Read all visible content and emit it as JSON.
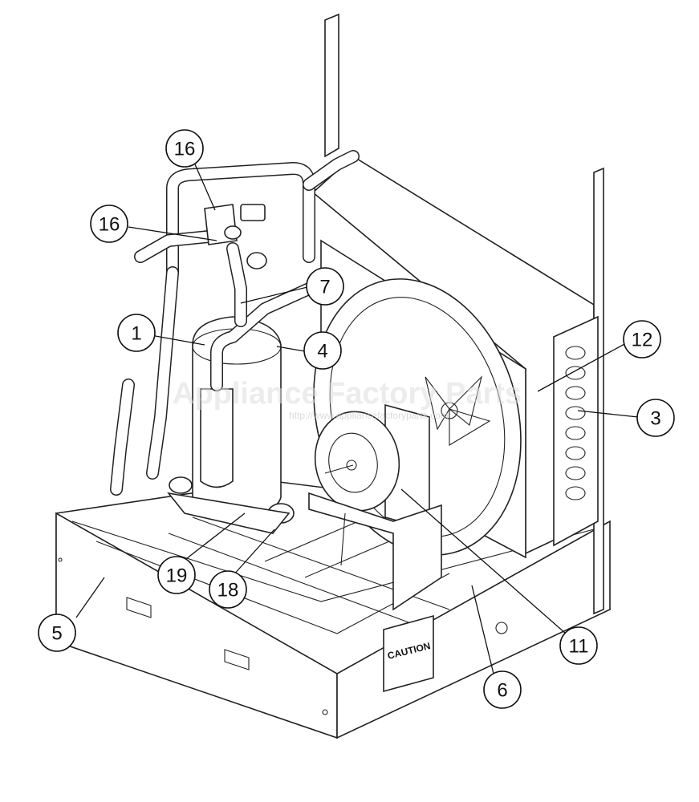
{
  "diagram": {
    "watermark": "Appliance Factory Parts",
    "watermark_url": "http://www.appliancefactoryparts.com",
    "caution_label": "CAUTION",
    "callouts": [
      {
        "label": "16"
      },
      {
        "label": "16"
      },
      {
        "label": "7"
      },
      {
        "label": "1"
      },
      {
        "label": "4"
      },
      {
        "label": "12"
      },
      {
        "label": "3"
      },
      {
        "label": "19"
      },
      {
        "label": "18"
      },
      {
        "label": "5"
      },
      {
        "label": "11"
      },
      {
        "label": "6"
      }
    ]
  }
}
